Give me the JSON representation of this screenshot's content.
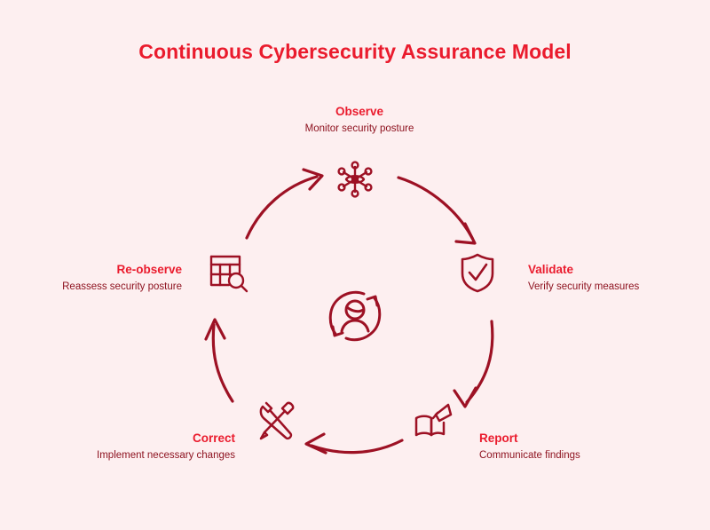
{
  "title": "Continuous Cybersecurity Assurance Model",
  "colors": {
    "background": "#fdeff0",
    "title": "#ea1b2d",
    "stage_title": "#ea1b2d",
    "stage_description": "#8e1320",
    "icon_stroke": "#9d1124",
    "arrow_stroke": "#9d1124"
  },
  "center": {
    "icon": "person-refresh-cycle-icon"
  },
  "stages": [
    {
      "id": "observe",
      "title": "Observe",
      "description": "Monitor security posture",
      "icon": "eye-network-hub-icon"
    },
    {
      "id": "validate",
      "title": "Validate",
      "description": "Verify security measures",
      "icon": "shield-check-icon"
    },
    {
      "id": "report",
      "title": "Report",
      "description": "Communicate findings",
      "icon": "book-megaphone-icon"
    },
    {
      "id": "correct",
      "title": "Correct",
      "description": "Implement necessary changes",
      "icon": "wrench-screwdriver-icon"
    },
    {
      "id": "reobserve",
      "title": "Re-observe",
      "description": "Reassess security posture",
      "icon": "table-magnifier-icon"
    }
  ],
  "arrows": [
    {
      "id": "reobserve-to-observe",
      "from": "reobserve",
      "to": "observe"
    },
    {
      "id": "observe-to-validate",
      "from": "observe",
      "to": "validate"
    },
    {
      "id": "validate-to-report",
      "from": "validate",
      "to": "report"
    },
    {
      "id": "report-to-correct",
      "from": "report",
      "to": "correct"
    },
    {
      "id": "correct-to-reobserve",
      "from": "correct",
      "to": "reobserve"
    }
  ]
}
